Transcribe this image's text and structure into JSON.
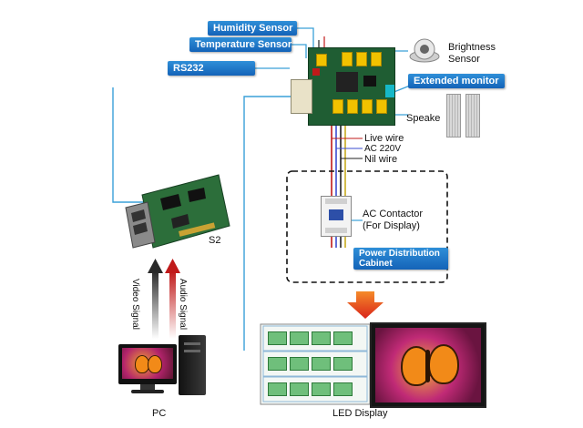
{
  "labels": {
    "humidity_sensor": "Humidity Sensor",
    "temperature_sensor": "Temperature Sensor",
    "rs232": "RS232",
    "brightness_sensor_1": "Brightness",
    "brightness_sensor_2": "Sensor",
    "extended_monitor": "Extended monitor",
    "speaker": "Speake",
    "live_wire": "Live wire",
    "ac_220v": "AC 220V",
    "nil_wire": "Nil wire",
    "ac_contactor_1": "AC Contactor",
    "ac_contactor_2": "(For Display)",
    "power_cabinet_1": "Power Distribution",
    "power_cabinet_2": "Cabinet",
    "s2": "S2",
    "video_signal": "Video Signal",
    "audio_signal": "Audio Signal",
    "pc": "PC",
    "led_display": "LED Display"
  },
  "colors": {
    "tag_blue": "#1a6fc4",
    "signal_line": "#3aa0d8",
    "pcb_green": "#1f5d33",
    "video_arrow": "#333333",
    "audio_arrow": "#c01a1a",
    "down_arrow": "#e8401c"
  },
  "icons": {
    "brightness": "brightness-sensor-icon",
    "flow": "down-arrow-icon"
  }
}
